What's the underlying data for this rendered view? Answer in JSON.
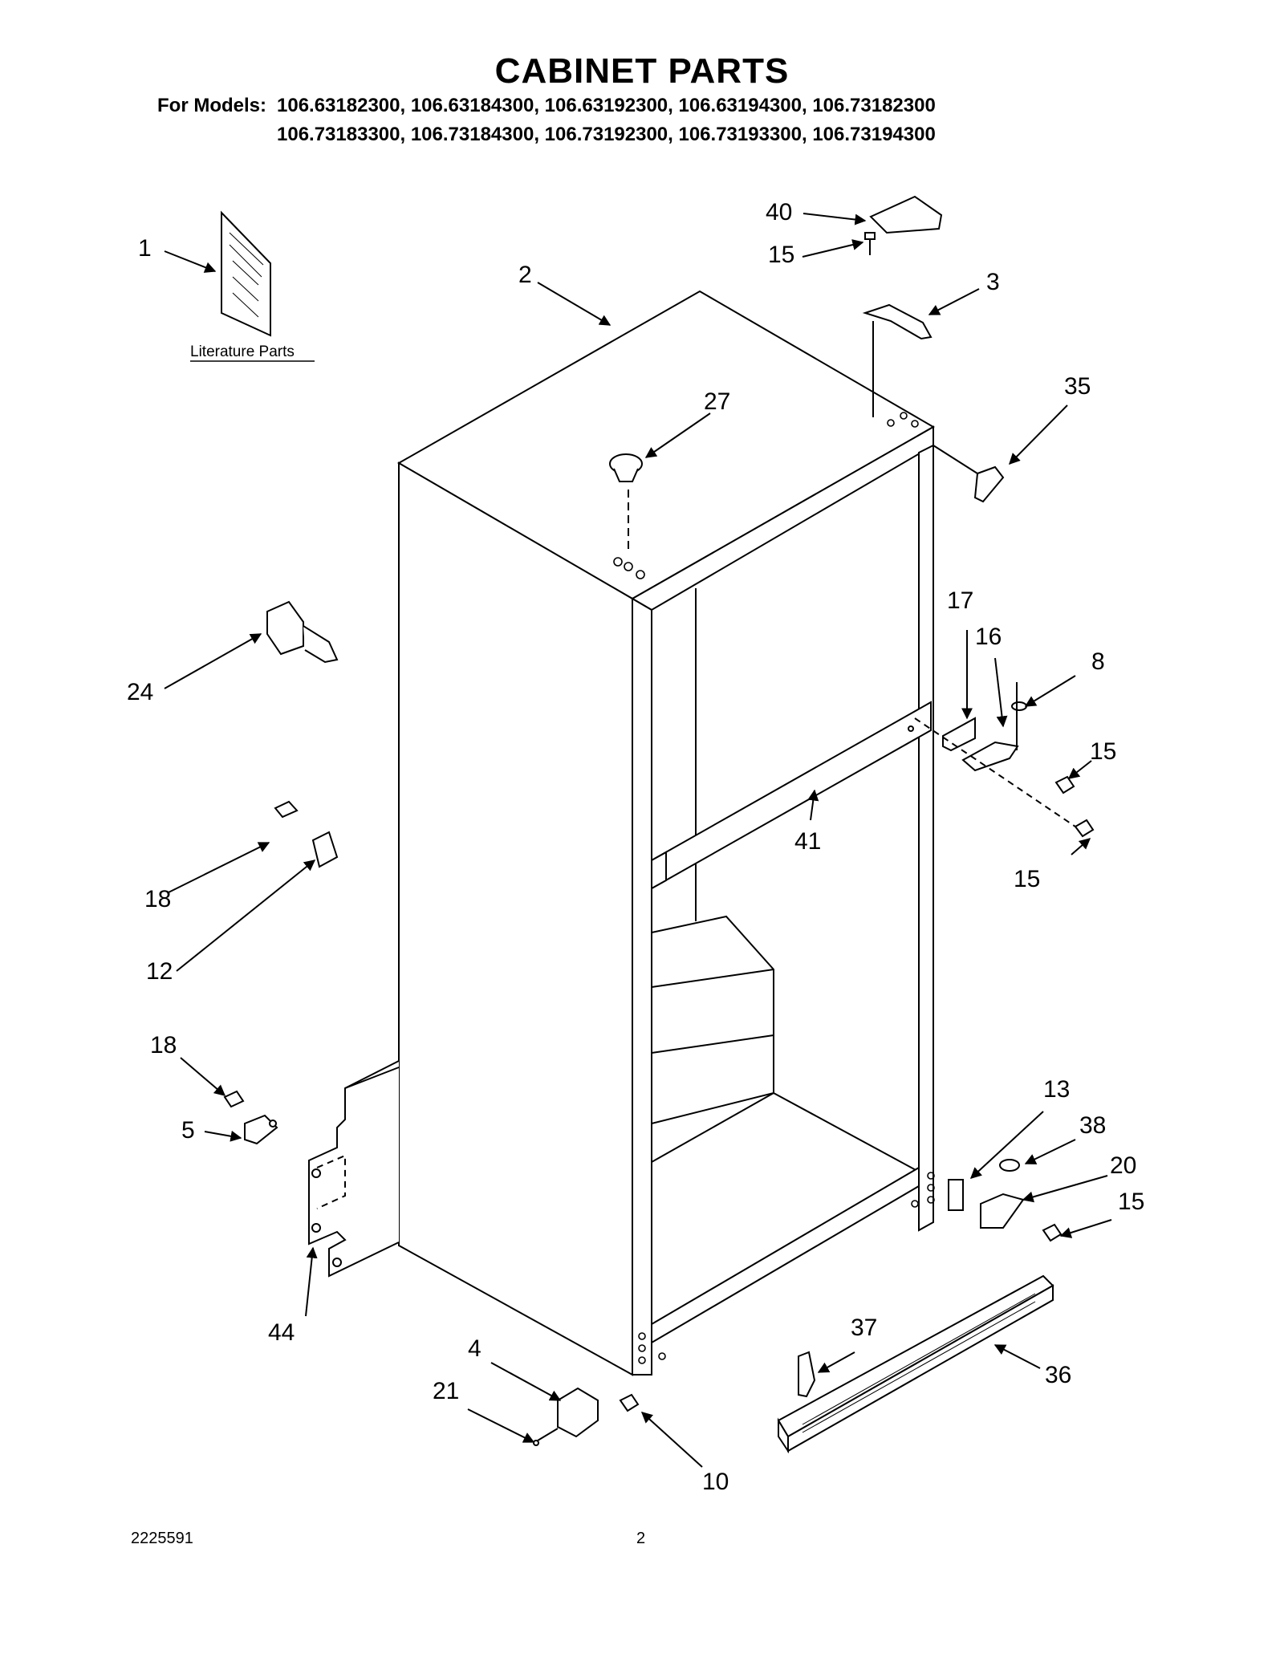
{
  "header": {
    "title": "CABINET PARTS",
    "models_label": "For Models:",
    "models_row1": "106.63182300, 106.63184300, 106.63192300, 106.63194300, 106.73182300",
    "models_row2": "106.73183300, 106.73184300, 106.73192300, 106.73193300, 106.73194300"
  },
  "literature": {
    "label": "Literature Parts"
  },
  "callouts": {
    "c1": "1",
    "c2": "2",
    "c3": "3",
    "c4": "4",
    "c5": "5",
    "c8": "8",
    "c10": "10",
    "c12": "12",
    "c13": "13",
    "c15a": "15",
    "c15b": "15",
    "c15c": "15",
    "c15d": "15",
    "c16": "16",
    "c17": "17",
    "c18a": "18",
    "c18b": "18",
    "c20": "20",
    "c21": "21",
    "c24": "24",
    "c27": "27",
    "c35": "35",
    "c36": "36",
    "c37": "37",
    "c38": "38",
    "c40": "40",
    "c41": "41",
    "c44": "44"
  },
  "footer": {
    "doc_number": "2225591",
    "page_number": "2"
  }
}
